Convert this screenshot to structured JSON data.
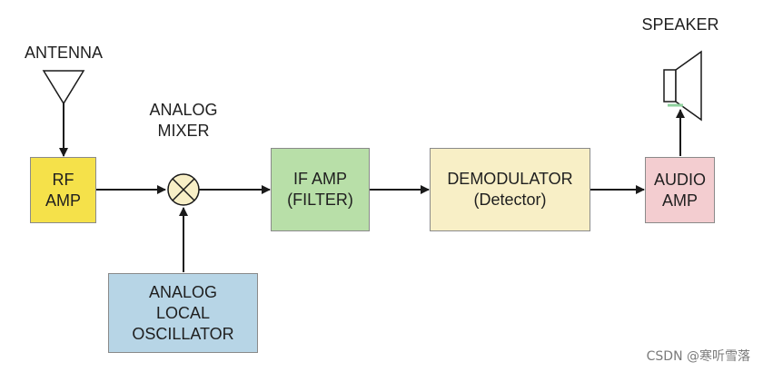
{
  "labels": {
    "antenna": "ANTENNA",
    "speaker": "SPEAKER",
    "mixer_line1": "ANALOG",
    "mixer_line2": "MIXER"
  },
  "blocks": {
    "rf_amp": {
      "line1": "RF",
      "line2": "AMP",
      "color": "#f5e14a"
    },
    "if_amp": {
      "line1": "IF AMP",
      "line2": "(FILTER)",
      "color": "#b8dfa8"
    },
    "demodulator": {
      "line1": "DEMODULATOR",
      "line2": "(Detector)",
      "color": "#f8efc6"
    },
    "audio_amp": {
      "line1": "AUDIO",
      "line2": "AMP",
      "color": "#f3cdd0"
    },
    "local_osc": {
      "line1": "ANALOG",
      "line2": "LOCAL",
      "line3": "OSCILLATOR",
      "color": "#b7d5e6"
    }
  },
  "mixer_symbol": "×",
  "watermark": "CSDN @寒听雪落"
}
